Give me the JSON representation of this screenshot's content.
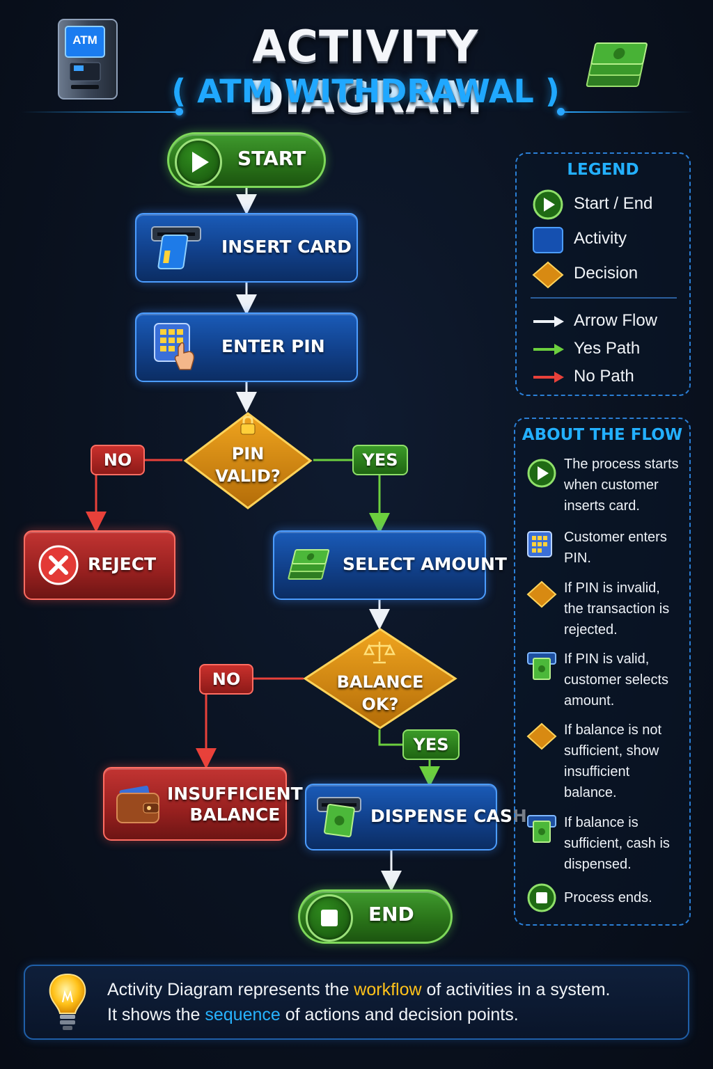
{
  "header": {
    "title": "ACTIVITY DIAGRAM",
    "subtitle": "( ATM WITHDRAWAL )",
    "atm_screen_text": "ATM"
  },
  "nodes": {
    "start": "START",
    "insert_card": "INSERT CARD",
    "enter_pin": "ENTER PIN",
    "pin_valid": [
      "PIN",
      "VALID?"
    ],
    "reject": "REJECT",
    "select_amount": "SELECT AMOUNT",
    "balance_ok": [
      "BALANCE",
      "OK?"
    ],
    "insufficient_balance": [
      "INSUFFICIENT",
      "BALANCE"
    ],
    "dispense_cash": "DISPENSE CASH",
    "end": "END"
  },
  "edge_labels": {
    "pin_no": "NO",
    "pin_yes": "YES",
    "balance_no": "NO",
    "balance_yes": "YES"
  },
  "legend": {
    "title": "LEGEND",
    "items": [
      {
        "label": "Start / End",
        "icon": "play-circle-icon"
      },
      {
        "label": "Activity",
        "icon": "blue-square-icon"
      },
      {
        "label": "Decision",
        "icon": "diamond-icon"
      },
      {
        "label": "Arrow Flow",
        "icon": "white-arrow-icon"
      },
      {
        "label": "Yes Path",
        "icon": "green-arrow-icon"
      },
      {
        "label": "No Path",
        "icon": "red-arrow-icon"
      }
    ]
  },
  "about": {
    "title": "ABOUT THE FLOW",
    "items": [
      {
        "text": "The process starts when customer inserts card.",
        "icon": "play-circle-icon"
      },
      {
        "text": "Customer enters PIN.",
        "icon": "keypad-icon"
      },
      {
        "text": "If PIN is invalid, the transaction is rejected.",
        "icon": "diamond-icon"
      },
      {
        "text": "If PIN is valid, customer selects amount.",
        "icon": "cash-slot-icon"
      },
      {
        "text": "If balance is not sufficient, show insufficient balance.",
        "icon": "diamond-icon"
      },
      {
        "text": "If balance is sufficient, cash is dispensed.",
        "icon": "cash-slot-icon"
      },
      {
        "text": "Process ends.",
        "icon": "stop-circle-icon"
      }
    ]
  },
  "footer": {
    "line1_a": "Activity Diagram represents the ",
    "line1_b": "workflow",
    "line1_c": " of activities in a system.",
    "line2_a": "It shows the ",
    "line2_b": "sequence",
    "line2_c": " of actions and decision points."
  },
  "colors": {
    "accent_blue": "#20a8ff",
    "start_end_green": "#2a7419",
    "activity_blue": "#11408a",
    "decision_orange": "#d88a12",
    "no_red": "#e8413a",
    "yes_green": "#6ccf3e",
    "highlight_yellow": "#ffc21a"
  }
}
